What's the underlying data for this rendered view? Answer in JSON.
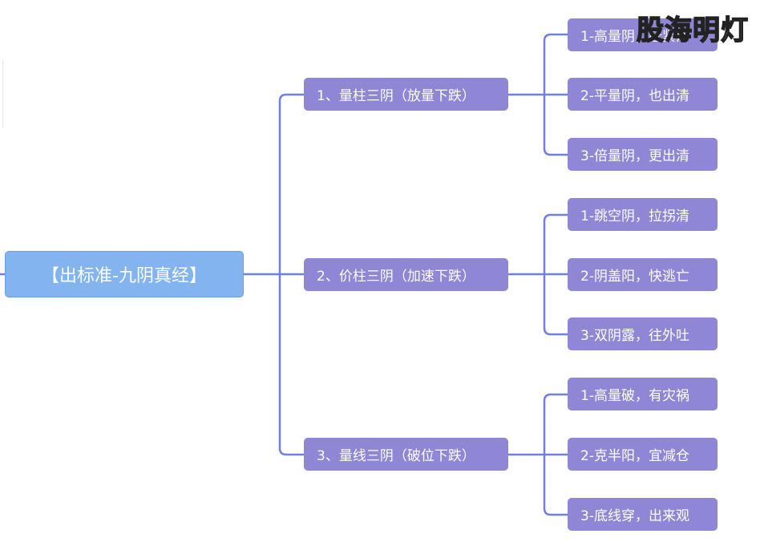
{
  "root": {
    "label": "【出标准-九阴真经】"
  },
  "branches": [
    {
      "label": "1、量柱三阴（放量下跌）",
      "leaves": [
        "1-高量阴，赶紧清",
        "2-平量阴，也出清",
        "3-倍量阴，更出清"
      ]
    },
    {
      "label": "2、价柱三阴（加速下跌）",
      "leaves": [
        "1-跳空阴，拉拐清",
        "2-阴盖阳，快逃亡",
        "3-双阴露，往外吐"
      ]
    },
    {
      "label": "3、量线三阴（破位下跌）",
      "leaves": [
        "1-高量破，有灾祸",
        "2-克半阳，宜减仓",
        "3-底线穿，出来观"
      ]
    }
  ],
  "watermark": "股海明灯",
  "colors": {
    "connector": "#6f7fe6",
    "node": "#8f86d6",
    "root": "#83b4f0"
  }
}
